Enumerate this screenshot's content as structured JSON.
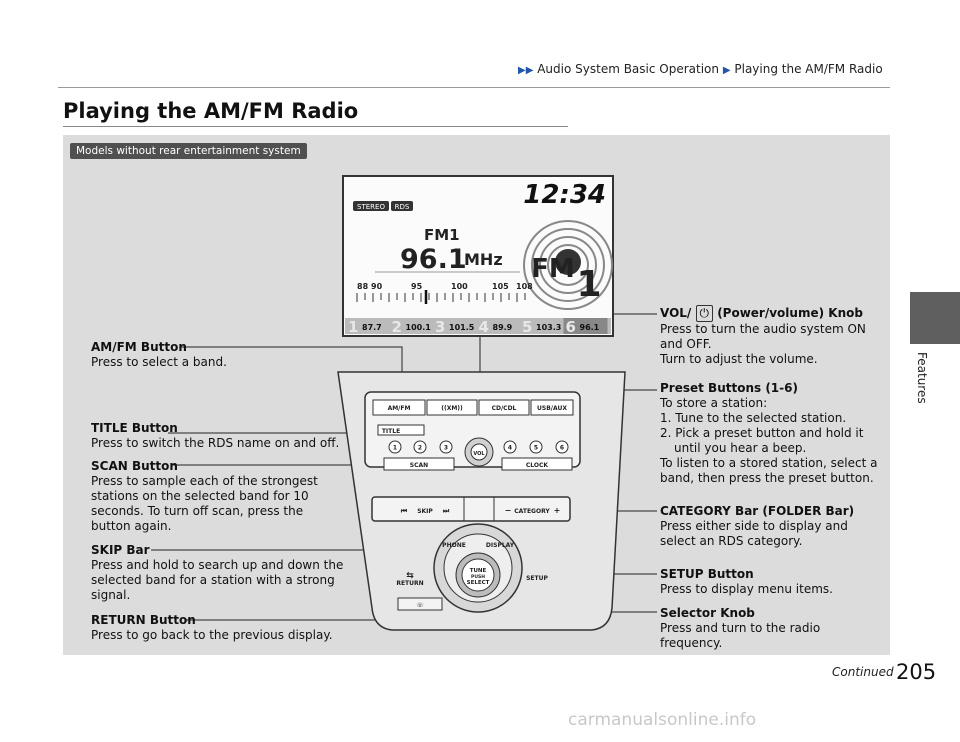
{
  "breadcrumb": {
    "part1": "Audio System Basic Operation",
    "part2": "Playing the AM/FM Radio"
  },
  "page_title": "Playing the AM/FM Radio",
  "side_tab": "Features",
  "badge": "Models without rear entertainment system",
  "display": {
    "clock": "12:34",
    "indicator_stereo": "STEREO",
    "indicator_rds": "RDS",
    "band": "FM1",
    "frequency": "96.1",
    "unit": "MHz",
    "scale_labels": [
      "88",
      "90",
      "95",
      "100",
      "105",
      "108"
    ],
    "presets": [
      {
        "num": "1",
        "freq": "87.7"
      },
      {
        "num": "2",
        "freq": "100.1"
      },
      {
        "num": "3",
        "freq": "101.5"
      },
      {
        "num": "4",
        "freq": "89.9"
      },
      {
        "num": "5",
        "freq": "103.3"
      },
      {
        "num": "6",
        "freq": "96.1"
      }
    ],
    "logo_text": "FM",
    "logo_number": "1"
  },
  "panel": {
    "amfm": "AM/FM",
    "xm": "((XM))",
    "cdcdl": "CD/CDL",
    "usbaux": "USB/AUX",
    "title": "TITLE",
    "scan": "SCAN",
    "clock": "CLOCK",
    "vol": "VOL",
    "preset_buttons": [
      "1",
      "2",
      "3",
      "4",
      "5",
      "6"
    ],
    "skip": "SKIP",
    "category": "CATEGORY",
    "phone": "PHONE",
    "display": "DISPLAY",
    "tune": "TUNE",
    "push": "PUSH",
    "select": "SELECT",
    "return": "RETURN",
    "setup": "SETUP"
  },
  "callouts": {
    "amfm": {
      "title": "AM/FM Button",
      "desc": "Press to select a band."
    },
    "title": {
      "title": "TITLE Button",
      "desc": "Press to switch the RDS name on and off."
    },
    "scan": {
      "title": "SCAN Button",
      "desc": "Press to sample each of the strongest stations on the selected band for 10 seconds. To turn off scan, press the button again."
    },
    "skip": {
      "title": "SKIP Bar",
      "desc": "Press and hold to search up and down the selected band for a station with a strong signal."
    },
    "return": {
      "title": "RETURN Button",
      "desc": "Press to go back to the previous display."
    },
    "vol": {
      "title_a": "VOL/",
      "title_b": "(Power/volume) Knob",
      "desc1": "Press to turn the audio system ON and OFF.",
      "desc2": "Turn to adjust the volume."
    },
    "preset": {
      "title": "Preset Buttons (1-6)",
      "intro": "To store a station:",
      "step1": "1. Tune to the selected station.",
      "step2": "2. Pick a preset button and hold it until you hear a beep.",
      "outro": "To listen to a stored station, select a band, then press the preset button."
    },
    "category": {
      "title": "CATEGORY Bar (FOLDER Bar)",
      "desc": "Press either side to display and select an RDS category."
    },
    "setup": {
      "title": "SETUP Button",
      "desc": "Press to display menu items."
    },
    "selector": {
      "title": "Selector Knob",
      "desc": "Press and turn to the radio frequency."
    }
  },
  "footer": {
    "continued": "Continued",
    "page_number": "205"
  },
  "watermark": "carmanualsonline.info",
  "colors": {
    "panel_bg": "#dcdcdc",
    "badge_bg": "#505050",
    "side_tab": "#5f5f5f",
    "accent_arrow": "#2255aa"
  }
}
